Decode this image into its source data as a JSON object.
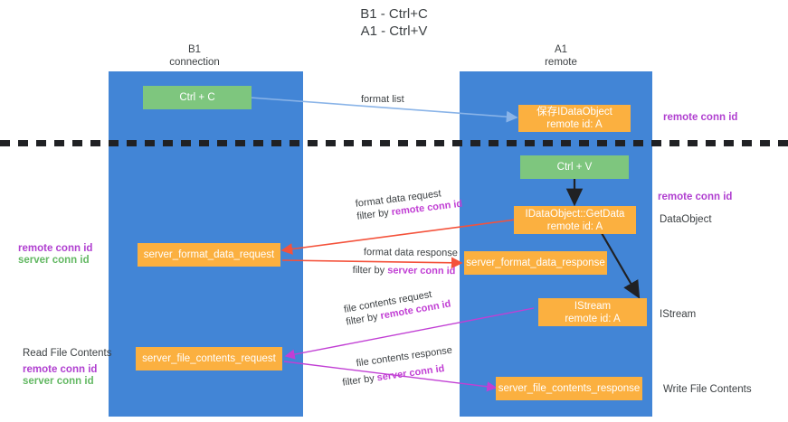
{
  "title": {
    "line1": "B1 - Ctrl+C",
    "line2": "A1 - Ctrl+V"
  },
  "columns": {
    "left": {
      "name": "B1",
      "role": "connection"
    },
    "right": {
      "name": "A1",
      "role": "remote"
    }
  },
  "boxes": {
    "ctrl_c": "Ctrl + C",
    "ctrl_v": "Ctrl + V",
    "save_idataobject": "保存IDataObject\nremote id: A",
    "idataobject_getdata": "IDataObject::GetData\nremote id: A",
    "istream": "IStream\nremote id: A",
    "server_format_data_request": "server_format_data_request",
    "server_format_data_response": "server_format_data_response",
    "server_file_contents_request": "server_file_contents_request",
    "server_file_contents_response": "server_file_contents_response"
  },
  "edge_labels": {
    "format_list": "format list",
    "format_data_request": "format data request",
    "format_data_request_filter_prefix": "filter by ",
    "format_data_request_filter_key": "remote conn id",
    "format_data_response": "format data response",
    "format_data_response_filter_prefix": "filter by ",
    "format_data_response_filter_key": "server conn id",
    "file_contents_request": "file contents request",
    "file_contents_request_filter_prefix": "filter by ",
    "file_contents_request_filter_key": "remote conn id",
    "file_contents_response": "file contents response",
    "file_contents_response_filter_prefix": "filter by ",
    "file_contents_response_filter_key": "server conn id"
  },
  "annotations": {
    "right_top_remote_conn_id": "remote conn id",
    "right_mid_remote_conn_id": "remote conn id",
    "right_dataobject": "DataObject",
    "right_istream": "IStream",
    "right_write_file_contents": "Write File Contents",
    "left_remote_conn_id": "remote conn id",
    "left_server_conn_id": "server conn id",
    "left_read_file_contents": "Read File Contents",
    "left_bottom_remote_conn_id": "remote conn id",
    "left_bottom_server_conn_id": "server conn id"
  },
  "colors": {
    "lane": "#4285d6",
    "green_box": "#7ec67e",
    "orange_box": "#fbb040",
    "purple_text": "#b03fd0",
    "green_text": "#63b863",
    "red_arrow": "#f4523b",
    "magenta_arrow": "#c13fd4",
    "blue_arrow": "#8ab4e8",
    "black_arrow": "#202124",
    "background": "#ffffff"
  }
}
